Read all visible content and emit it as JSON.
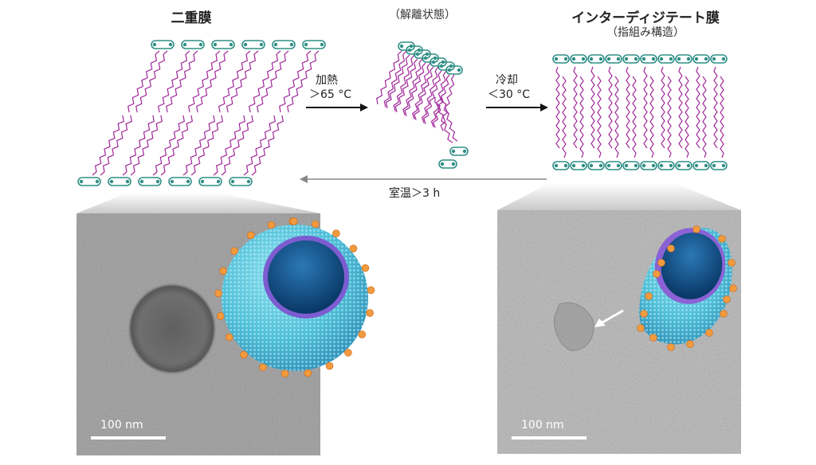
{
  "left_title": "二重膜",
  "center_title": "（解離状態）",
  "right_title": "インターディジテート膜",
  "right_subtitle": "（指組み構造）",
  "heat": {
    "label": "加熱",
    "condition": "＞65 °C"
  },
  "cool": {
    "label": "冷却",
    "condition": "＜30 °C"
  },
  "room": {
    "condition": "室温＞3 h"
  },
  "left_panel": {
    "scale_label": "100 nm"
  },
  "right_panel": {
    "scale_label": "100 nm"
  },
  "colors": {
    "lipid_tail": "#a0279a",
    "head_group": "#2f8f86",
    "vesicle": "#5cc6dd",
    "vesicle_inner": "#0f4f86",
    "bilayer_band": "#8a62d6",
    "ion": "#f19a3e"
  }
}
